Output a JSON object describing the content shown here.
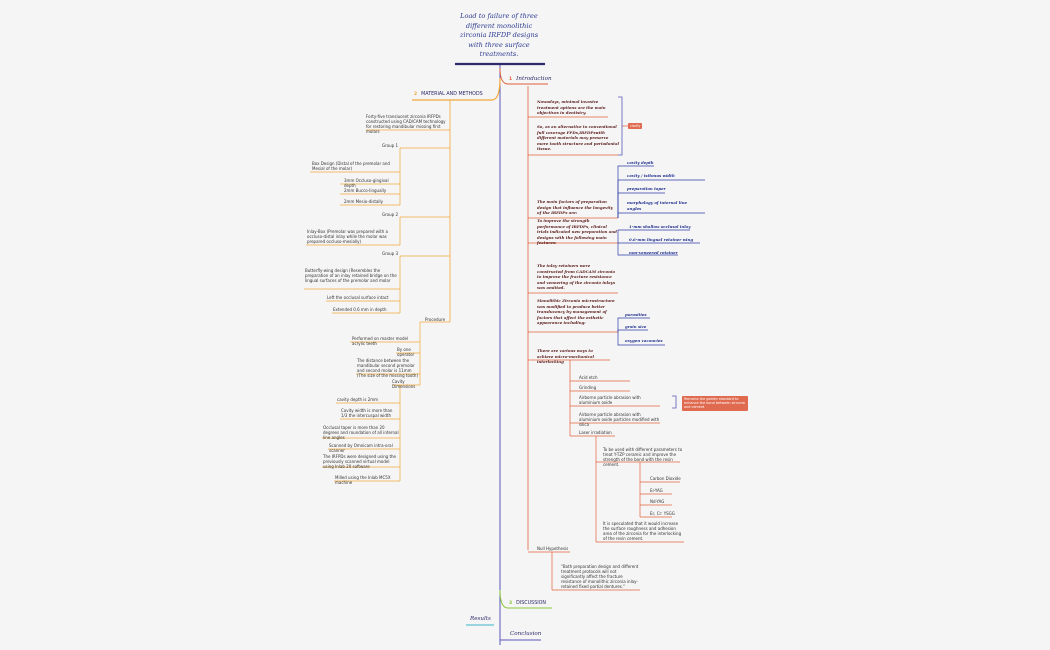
{
  "title": "Load to failure of three different monolithic zirconia IRFDP designs with three surface treatments.",
  "sections": {
    "introduction": {
      "num": "1",
      "label": "Introduction"
    },
    "material_methods": {
      "num": "2",
      "label": "MATERIAL AND METHODS"
    },
    "discussion": {
      "num": "3",
      "label": "DISCUSSION"
    },
    "results": "Results",
    "conclusion": "Conclusion"
  },
  "intro": {
    "p1": "Nowadays, minimal invasive treatment options are the main objectives in dentistry.",
    "p2": "So, as an alternative to conventional full coverage FPDs,IRFDPswith different materials may preserve more tooth structure and periodontal tissue.",
    "badge_clarify": "clarify",
    "p3": "The main factors of preparation design that influence the longevity of the IRFDPs are:",
    "factors": [
      "cavity depth",
      "cavity / isthmus width",
      "preparation taper",
      "morphology of internal line angles"
    ],
    "p4": "To improve the strength performance of IRFDPs, clinical trials indicated new preparation and designs with the following main features:",
    "features": [
      "1-mm shallow occlusal inlay",
      "0.6-mm lingual retainer wing",
      "non-veneered retainer"
    ],
    "p5": "The inlay retainers were constructed from CADCAM zirconia to improve the fracture resistance and veneering of the zirconia inlays was omitted.",
    "p6": "Monolithic Zirconia microstructure was modified to produce better translucency by management of factors that affect the esthetic appearance including:",
    "translucency": [
      "porosities",
      "grain size",
      "oxygen vacancies"
    ],
    "p7": "There are various ways to achieve micro-mechanical interlocking",
    "treatments": [
      "Acid etch",
      "Grinding",
      "Airborne particle abrasion with aluminium oxide",
      "Airborne particle abrasion with aluminium oxide particles modified with silica",
      "Laser irradiation"
    ],
    "treat_badge": "Remains the golden standard to enhance the bond between zirconia and cement",
    "laser_p": "To be used with different parameters to treat Y-TZP ceramic and improve the strength of the bond with the resin cement.",
    "lasers": [
      "Carbon Dioxide",
      "Er-YAG",
      "Nd-YAG",
      "Er, Cr: YSGG"
    ],
    "laser_p2": "It is speculated that it would increase the surface roughness and adhesion area of the zirconia for the interlocking of the resin cement.",
    "null_h": "Null Hypothesis",
    "null_text": "\"Both preparation design and different treatment protocols will not significantly affect the fracture resistance of monolithic zirconia inlay-retained fixed partial dentures.\""
  },
  "methods": {
    "intro": "Forty-five translucent zirconia IRFPDs constructed using CAD/CAM technology for restoring mandibular missing first molars",
    "group1": "Group 1",
    "g1_items": [
      "Box Design (Distal of the premolar and Mesial of the molar)",
      "3mm Occluso-gingival depth",
      "2mm Bucco-lingually",
      "2mm Mesio-distally"
    ],
    "group2": "Group 2",
    "g2_items": [
      "Inlay-Box (Premolar was prepared with a occluso-distal inlay while the molar was prepared occluso-mesially)"
    ],
    "group3": "Group 3",
    "g3_items": [
      "Butterfly-wing design (Resembles the preparation of an inlay retained bridge on the lingual surfaces of the premolar and molar",
      "Left the occlusal surface intact",
      "Extended 0.6 mm in depth"
    ],
    "procedure": "Procedure",
    "proc_items": [
      "Performed on master model acrylic teeth",
      "By one operator",
      "The distance between the mandibular second premolar and second molar is 11mm (The size of the missing tooth)",
      "Cavity Dimensions"
    ],
    "cavity": [
      "cavity depth is 2mm",
      "Cavity width is more than 1/3 the intercuspal width",
      "Occlusal taper is more than 20 degrees and roundation of all internal line angles",
      "Scanned by Omnicam intra-oral scanner",
      "The IRFPDs were designed using the previously scanned virtual model using Inlab 20 software",
      "Milled using the Inlab MC5X machine"
    ]
  }
}
